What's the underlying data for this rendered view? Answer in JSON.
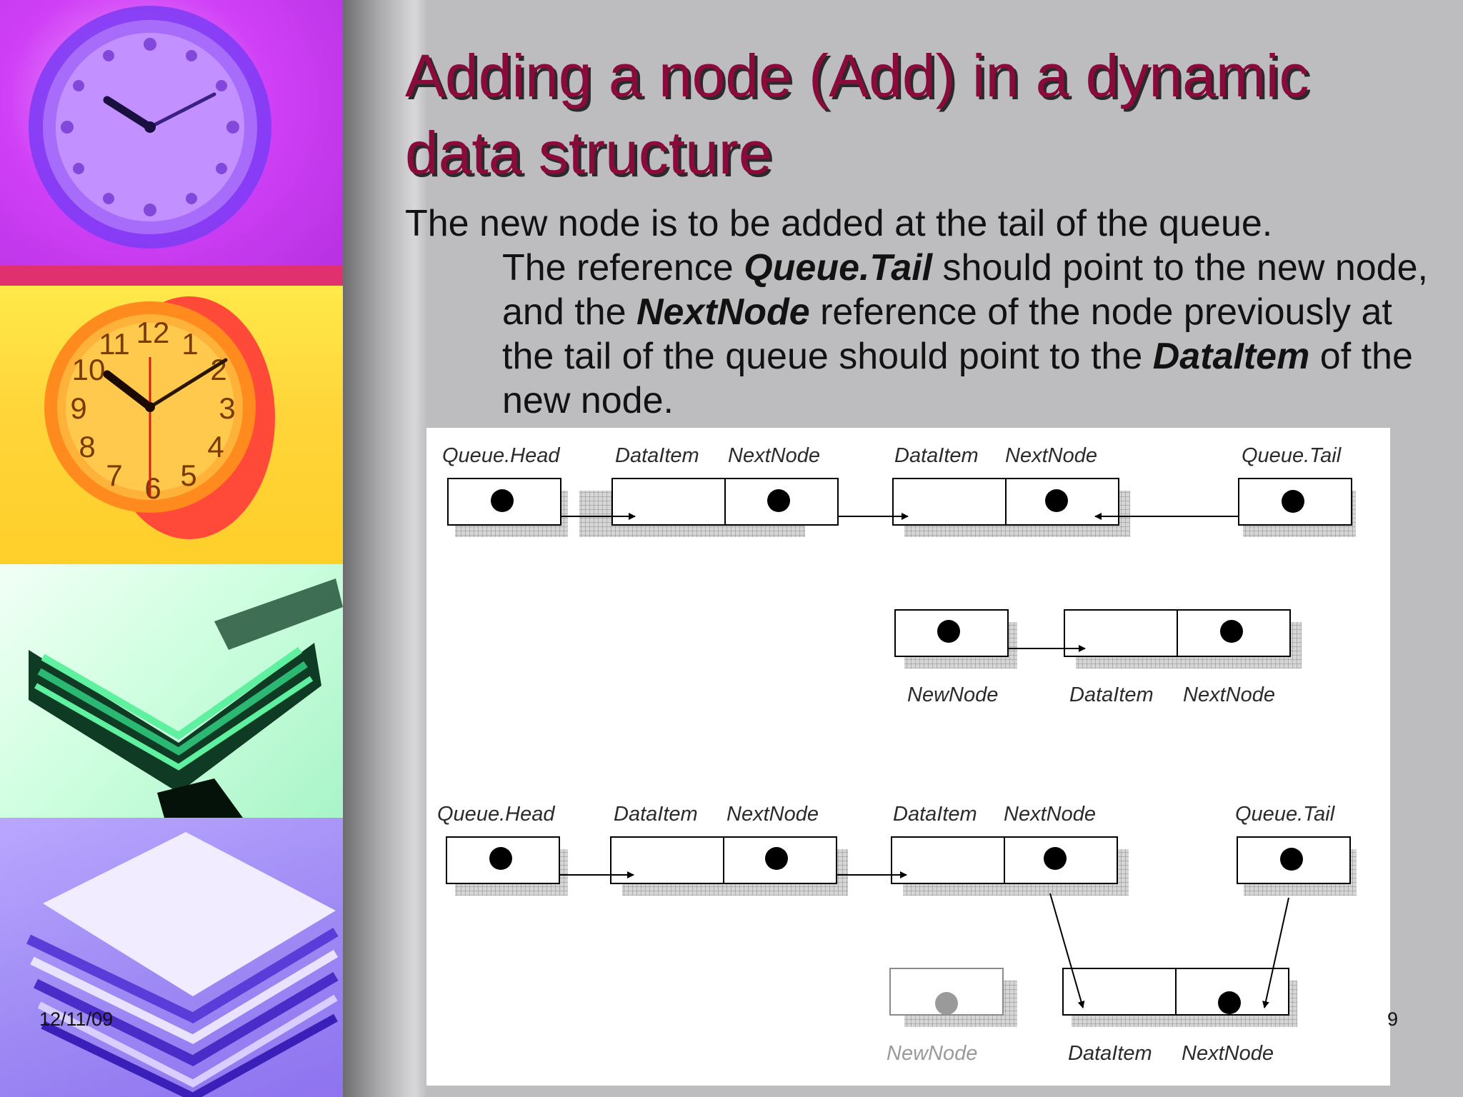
{
  "slide": {
    "title": "Adding a node (Add) in a dynamic data structure",
    "body": {
      "line1": "The new node is to be added at the tail of the queue.",
      "rest": [
        {
          "text": " The reference ",
          "emph": false
        },
        {
          "text": "Queue.Tail",
          "emph": true
        },
        {
          "text": " should point to the new node, and the ",
          "emph": false
        },
        {
          "text": "NextNode",
          "emph": true
        },
        {
          "text": " reference of the node previously at the tail of the queue should point to the ",
          "emph": false
        },
        {
          "text": "DataItem",
          "emph": true
        },
        {
          "text": " of the new node.",
          "emph": false
        }
      ]
    },
    "footer": {
      "date": "12/11/09",
      "page_number": "9"
    }
  },
  "diagram": {
    "before": {
      "labels": [
        "Queue.Head",
        "DataItem",
        "NextNode",
        "DataItem",
        "NextNode",
        "Queue.Tail"
      ],
      "new_node_labels": [
        "NewNode",
        "DataItem",
        "NextNode"
      ]
    },
    "after": {
      "labels": [
        "Queue.Head",
        "DataItem",
        "NextNode",
        "DataItem",
        "NextNode",
        "Queue.Tail"
      ],
      "new_node_labels": [
        "NewNode",
        "DataItem",
        "NextNode"
      ]
    }
  },
  "colors": {
    "title": "#8b0a3c",
    "background": "#bdbcbf",
    "diagram_background": "#ffffff"
  }
}
